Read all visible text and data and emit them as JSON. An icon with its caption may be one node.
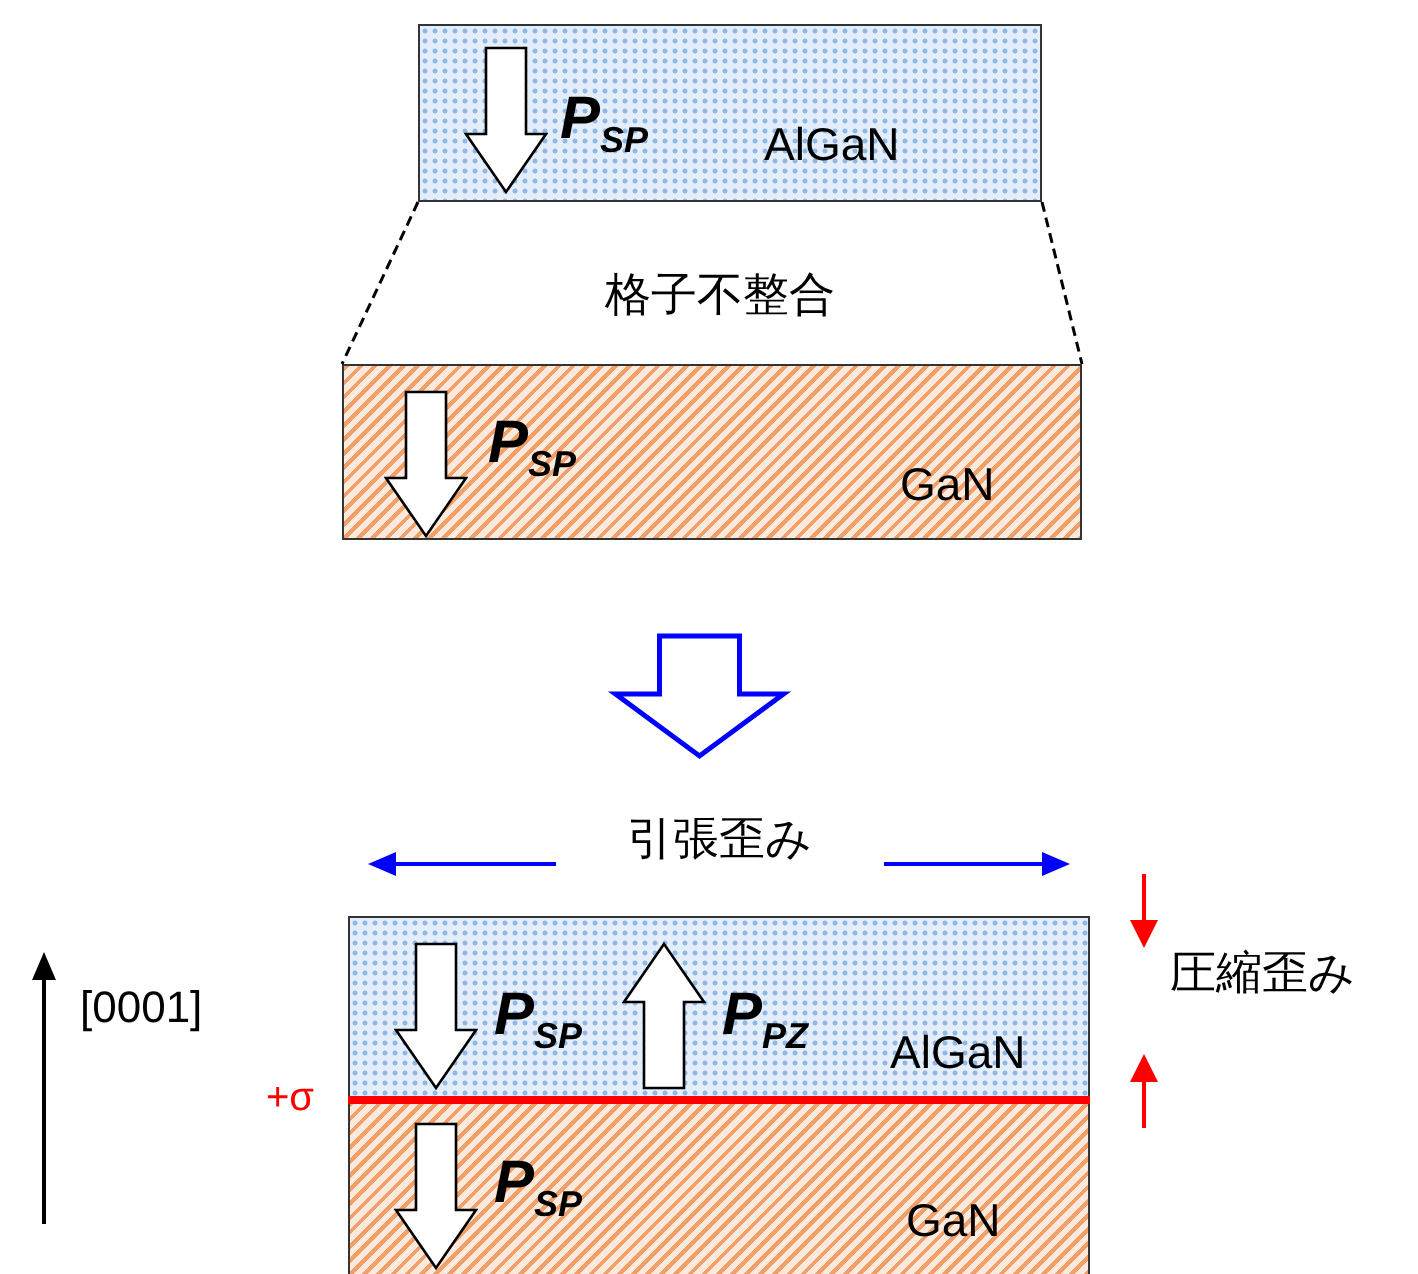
{
  "diagram": {
    "nodes": [
      {
        "text": [
          "P$_{SP}$",
          "AlGaN"
        ]
      },
      {
        "text": [
          "P$_{SP}$",
          "GaN"
        ]
      },
      {
        "text": [
          "P$_{SP}$",
          "P$_{PZ}$",
          "AlGaN"
        ],
        "beside": [
          "引張歪み",
          "圧縮歪み"
        ]
      },
      {
        "text": [
          "P$_{SP}$",
          "GaN"
        ]
      }
    ],
    "edges": [
      {
        "from": 0,
        "to": 1,
        "arrow": "none",
        "style": "dashed"
      },
      {
        "from": 0,
        "to": 1,
        "arrow": "none",
        "style": "dashed"
      },
      {
        "from": 1,
        "to": 2,
        "arrow": "to",
        "color": "#0000ff"
      }
    ],
    "labels": [
      "格子不整合",
      "[0001]",
      "+σ"
    ]
  }
}
